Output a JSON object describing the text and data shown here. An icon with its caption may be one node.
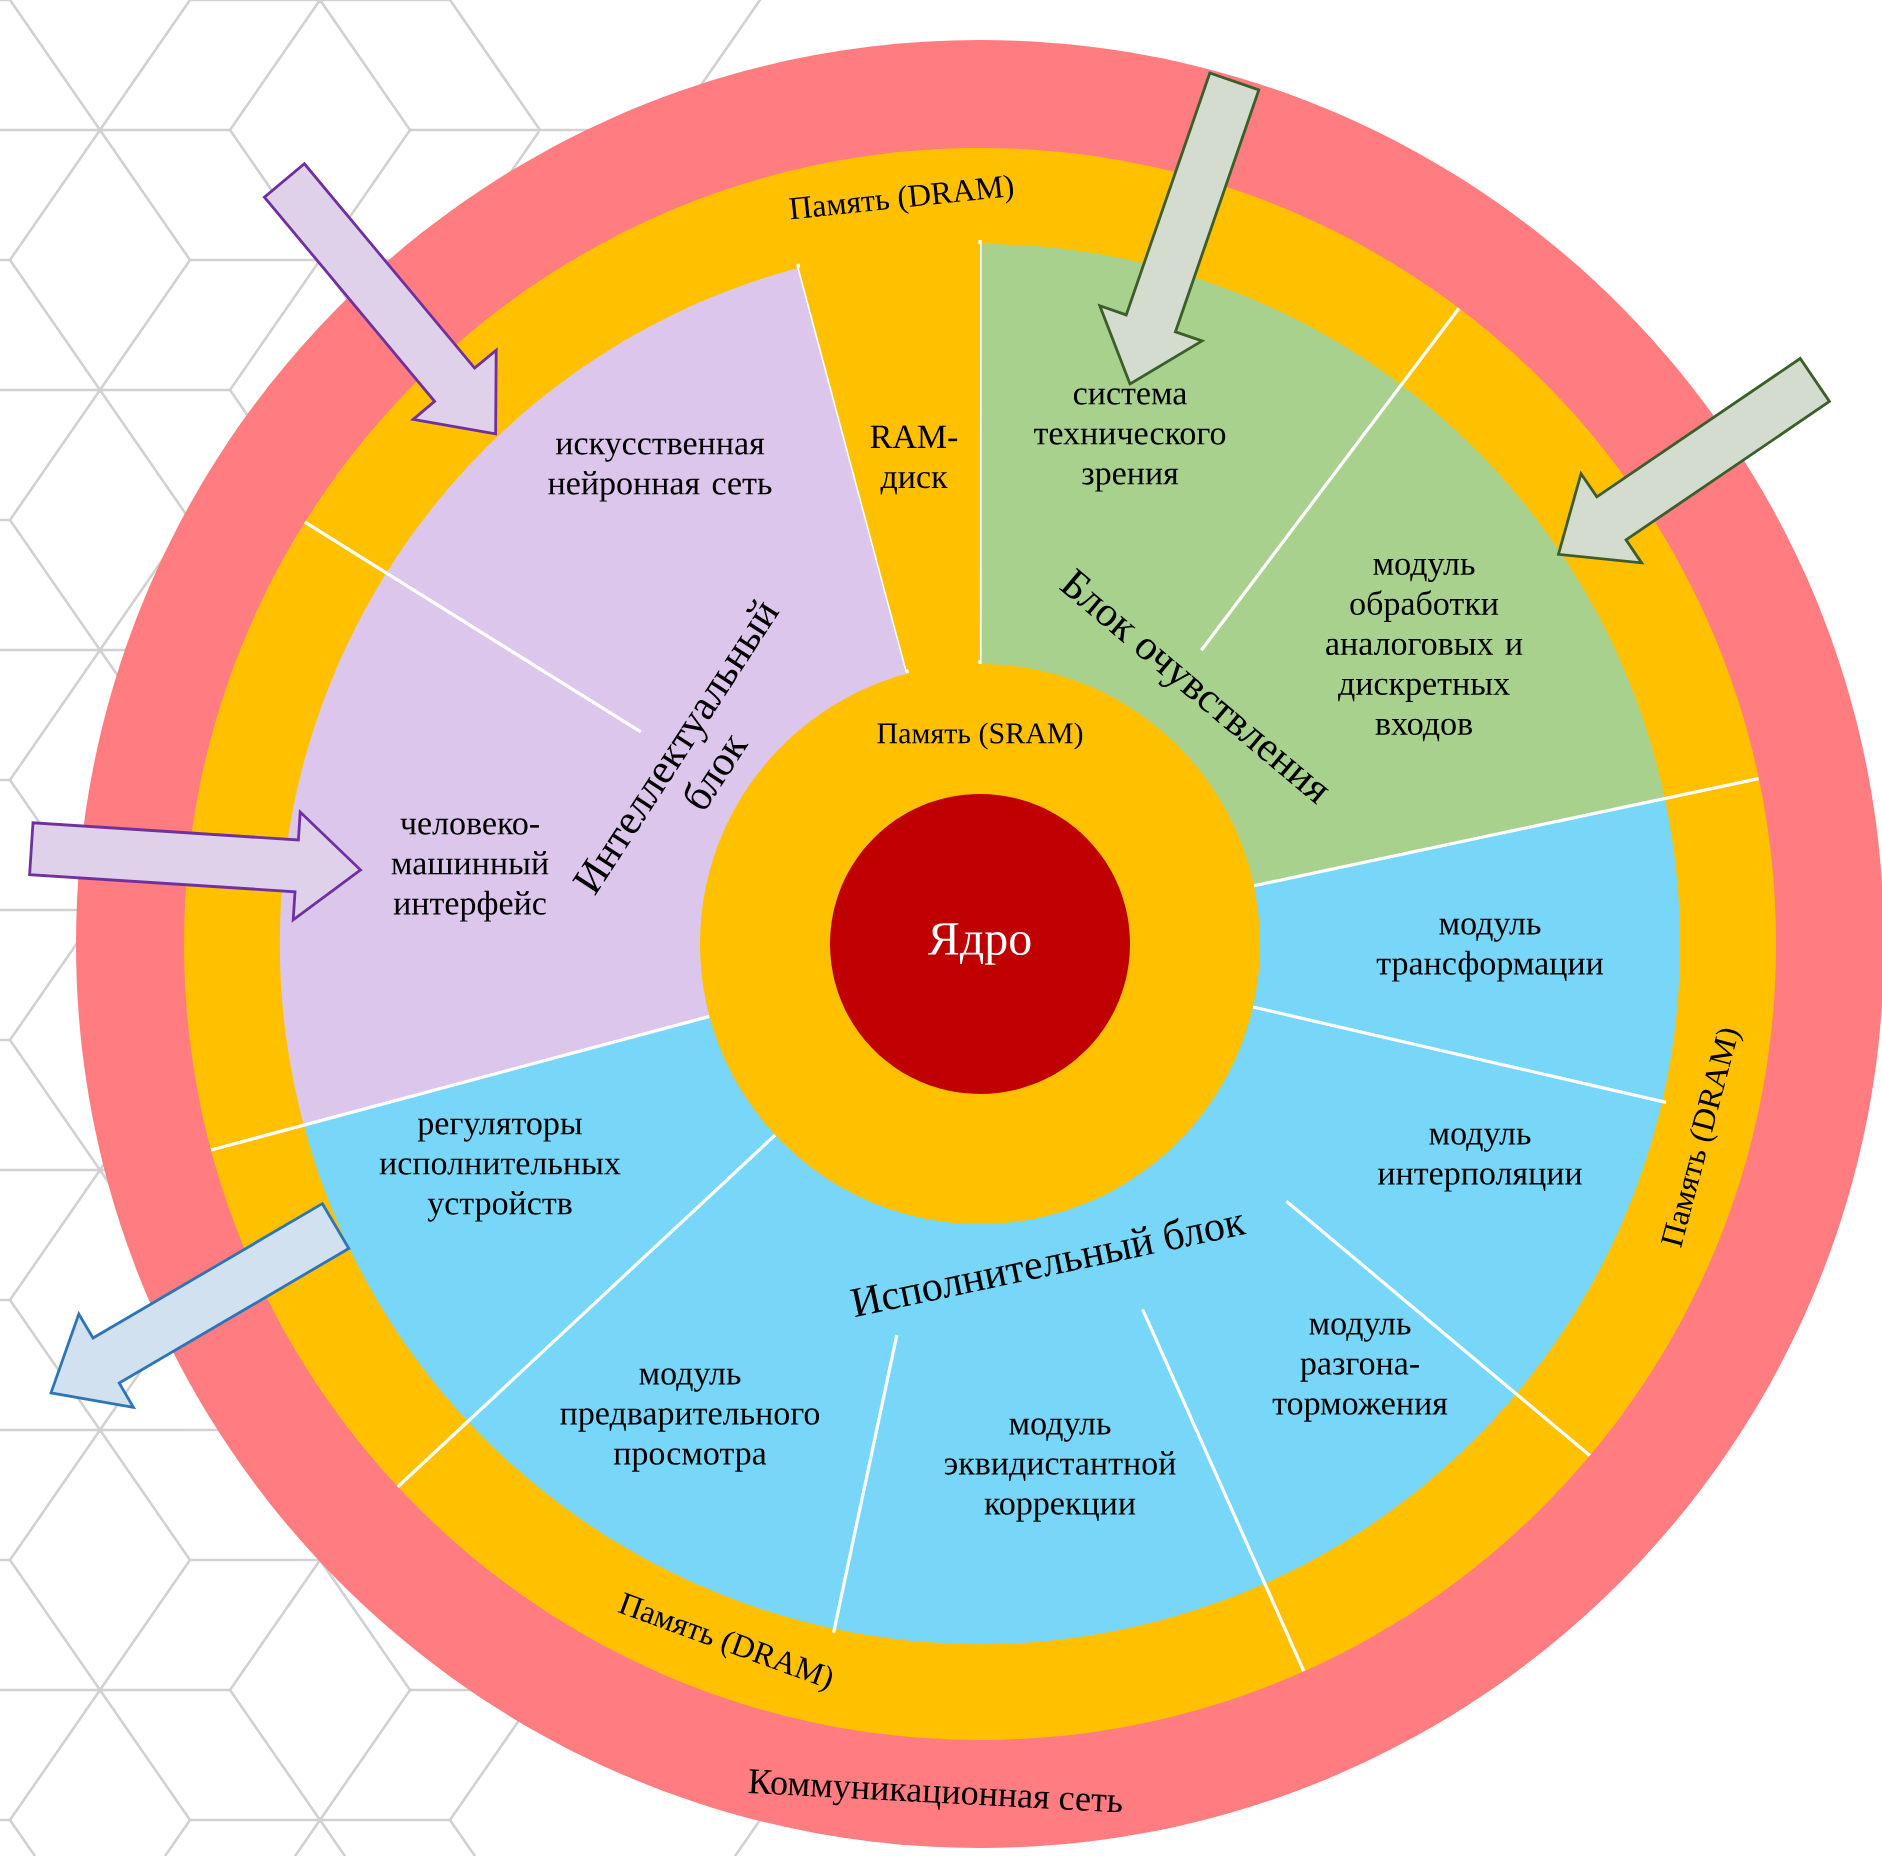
{
  "diagram": {
    "nodes": [
      {
        "text": [
          "Коммуникационная сеть"
        ]
      },
      {
        "text": [
          "Память (DRAM)",
          "Память (DRAM)",
          "Память (DRAM)"
        ],
        "in": 0
      },
      {
        "text": [
          "Интеллектуальный блок"
        ],
        "in": 1
      },
      {
        "text": [
          "искусственная нейронная сеть"
        ],
        "in": 2
      },
      {
        "text": [
          "человеко-машинный интерфейс"
        ],
        "in": 2
      },
      {
        "text": [
          "RAM-диск"
        ],
        "in": 1
      },
      {
        "text": [
          "Блок очувствления"
        ],
        "in": 1
      },
      {
        "text": [
          "система технического зрения"
        ],
        "in": 6
      },
      {
        "text": [
          "модуль обработки аналоговых и дискретных входов"
        ],
        "in": 6
      },
      {
        "text": [
          "Память (SRAM)"
        ],
        "in": 1
      },
      {
        "text": [
          "Ядро"
        ]
      },
      {
        "text": [
          "Исполнительный блок"
        ],
        "in": 1
      },
      {
        "text": [
          "модуль трансформации"
        ],
        "in": 11
      },
      {
        "text": [
          "модуль интерполяции"
        ],
        "in": 11
      },
      {
        "text": [
          "модуль разгона-торможения"
        ],
        "in": 11
      },
      {
        "text": [
          "модуль эквидистантной коррекции"
        ],
        "in": 11
      },
      {
        "text": [
          "модуль предварительного просмотра"
        ],
        "in": 11
      },
      {
        "text": [
          "регуляторы исполнительных устройств"
        ],
        "in": 11
      }
    ],
    "edges": [
      {
        "from": null,
        "to": 3,
        "arrow": "to",
        "color": "#7030a0"
      },
      {
        "from": null,
        "to": 4,
        "arrow": "to",
        "color": "#7030a0"
      },
      {
        "from": null,
        "to": 7,
        "arrow": "to",
        "color": "#3b5e2b"
      },
      {
        "from": null,
        "to": 8,
        "arrow": "to",
        "color": "#3b5e2b"
      },
      {
        "from": 17,
        "to": null,
        "arrow": "to",
        "color": "#2e75b6"
      }
    ]
  }
}
